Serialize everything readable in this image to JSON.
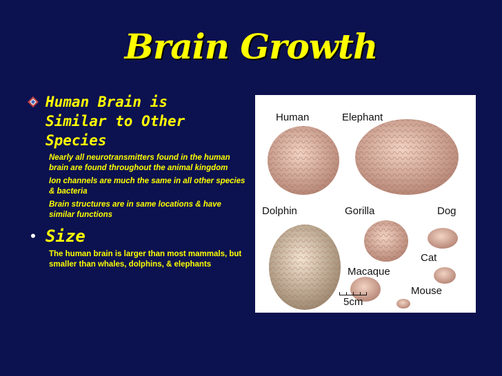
{
  "slide": {
    "title": "Brain Growth",
    "bullets": [
      {
        "heading": "Human Brain is Similar to Other Species",
        "subpoints": [
          "Nearly all neurotransmitters found in the human brain are found throughout the animal kingdom",
          "Ion channels are much the same in all other species & bacteria",
          "Brain structures are in same locations & have similar functions"
        ]
      },
      {
        "heading": "Size",
        "subpoints": [
          "The human brain is larger than most mammals, but smaller than whales, dolphins, & elephants"
        ]
      }
    ]
  },
  "figure": {
    "labels": {
      "human": "Human",
      "elephant": "Elephant",
      "dolphin": "Dolphin",
      "gorilla": "Gorilla",
      "dog": "Dog",
      "cat": "Cat",
      "macaque": "Macaque",
      "mouse": "Mouse",
      "scale": "5cm"
    }
  },
  "colors": {
    "background": "#0c1150",
    "text": "#ffff00"
  }
}
